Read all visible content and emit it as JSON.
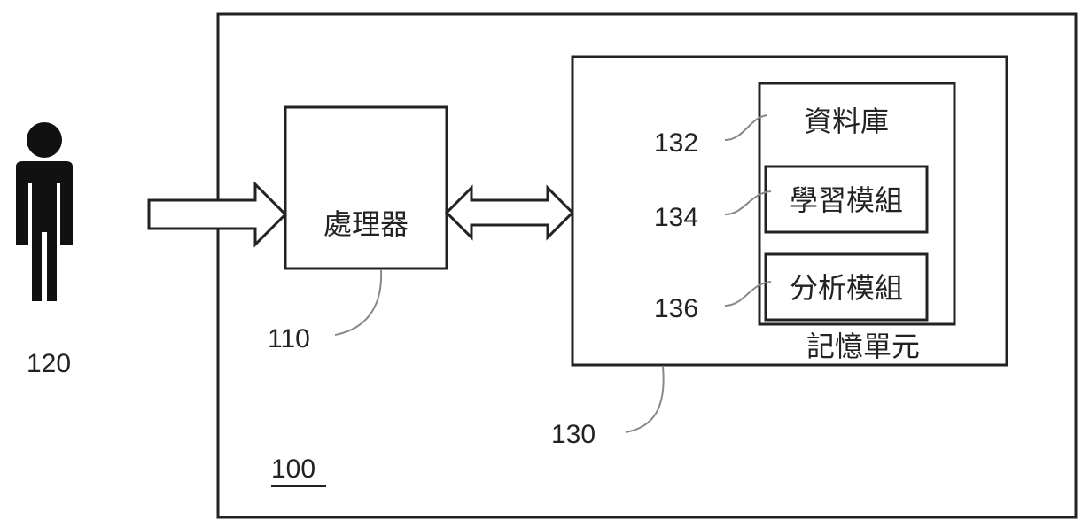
{
  "figure": {
    "system_ref": "100",
    "user_ref": "120",
    "processor": {
      "label": "處理器",
      "ref": "110"
    },
    "memory_unit": {
      "label": "記憶單元",
      "ref": "130",
      "database": {
        "label": "資料庫",
        "ref": "132",
        "modules": [
          {
            "label": "學習模組",
            "ref": "134"
          },
          {
            "label": "分析模組",
            "ref": "136"
          }
        ]
      }
    }
  }
}
